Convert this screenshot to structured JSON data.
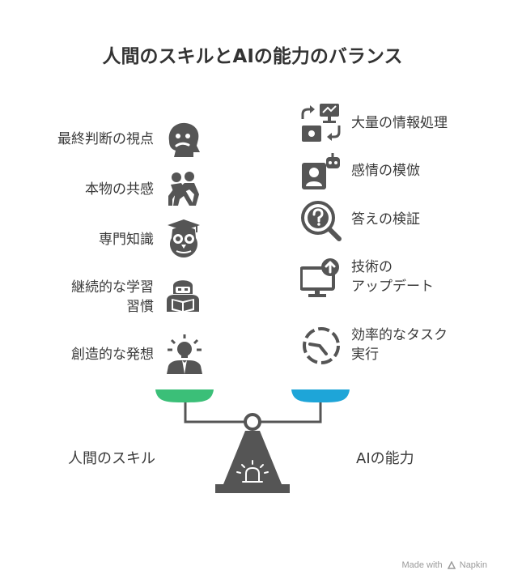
{
  "title": "人間のスキルとAIの能力のバランス",
  "human": {
    "group_label": "人間のスキル",
    "color": "#3bbf78",
    "items": [
      {
        "label": "最終判断の視点",
        "icon": "confused-thinking-face-icon"
      },
      {
        "label": "本物の共感",
        "icon": "people-embracing-icon"
      },
      {
        "label": "専門知識",
        "icon": "owl-graduation-cap-icon"
      },
      {
        "label": "継続的な学習\n習慣",
        "icon": "person-reading-book-icon"
      },
      {
        "label": "創造的な発想",
        "icon": "person-lightbulb-icon"
      }
    ]
  },
  "ai": {
    "group_label": "AIの能力",
    "color": "#1ea5d8",
    "items": [
      {
        "label": "大量の情報処理",
        "icon": "data-processing-icon"
      },
      {
        "label": "感情の模倣",
        "icon": "robot-profile-card-icon"
      },
      {
        "label": "答えの検証",
        "icon": "magnifier-question-icon"
      },
      {
        "label": "技術の\nアップデート",
        "icon": "monitor-update-icon"
      },
      {
        "label": "効率的なタスク\n実行",
        "icon": "dashed-clock-icon"
      }
    ]
  },
  "colors": {
    "dark": "#555555",
    "text": "#333333"
  },
  "brand": {
    "prefix": "Made with",
    "name": "Napkin"
  }
}
